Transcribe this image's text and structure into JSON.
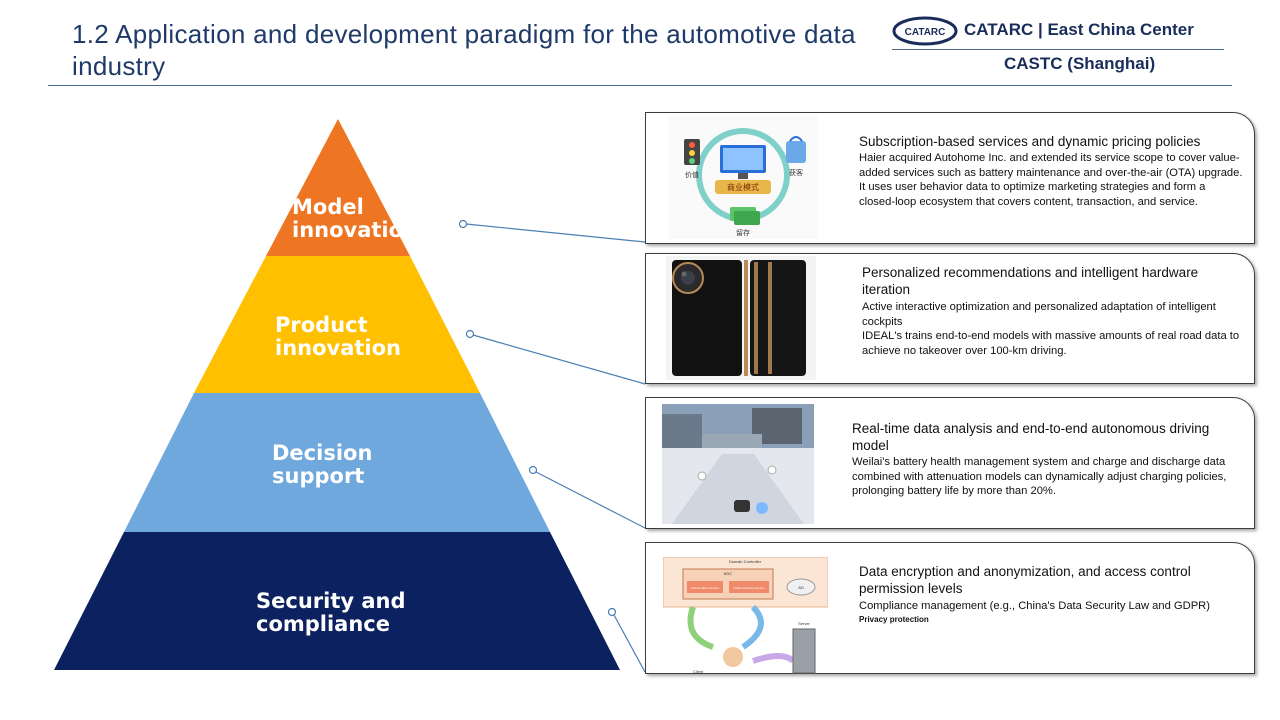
{
  "header": {
    "title": "1.2 Application and development paradigm for the automotive data industry",
    "brand_logo_text": "CATARC",
    "brand_name": "CATARC | East China Center",
    "brand_sub": "CASTC (Shanghai)"
  },
  "pyramid": {
    "tiers": [
      {
        "label_line1": "Model",
        "label_line2": "innovation",
        "color": "#ee7522"
      },
      {
        "label_line1": "Product",
        "label_line2": "innovation",
        "color": "#ffc000"
      },
      {
        "label_line1": "Decision",
        "label_line2": "support",
        "color": "#6fa8dc"
      },
      {
        "label_line1": "Security and",
        "label_line2": "compliance",
        "color": "#0c2160"
      }
    ]
  },
  "cards": [
    {
      "title": "Subscription-based services and dynamic pricing policies",
      "body": "Haier acquired Autohome Inc. and extended its service scope to cover value-added services such as battery maintenance and over-the-air (OTA) upgrade. It uses user behavior data to optimize marketing strategies and form a closed-loop ecosystem that covers content, transaction, and service.",
      "thumb_caption": "商业模式",
      "thumb_labels": [
        "价值",
        "获客",
        "留存"
      ]
    },
    {
      "title": "Personalized recommendations and intelligent hardware iteration",
      "body_line1": "Active interactive optimization and personalized adaptation of intelligent cockpits",
      "body_line2": "IDEAL's trains end-to-end models with massive amounts of real road data to achieve no takeover over 100-km driving."
    },
    {
      "title": "Real-time data analysis and end-to-end autonomous driving model",
      "body": "Weilai's battery health management system and charge and discharge data combined with attenuation models can dynamically adjust charging policies, prolonging battery life by more than 20%."
    },
    {
      "title": "Data encryption and anonymization, and access control permission levels",
      "body": "Compliance management (e.g., China's Data Security Law and GDPR)",
      "note": "Privacy protection",
      "diagram": {
        "domain": "Domain Controller",
        "kdc": "KDC",
        "auth": "Authorization Service",
        "tgs": "Ticket Granting Service",
        "ad": "AD",
        "server": "Server",
        "client": "Client"
      }
    }
  ]
}
